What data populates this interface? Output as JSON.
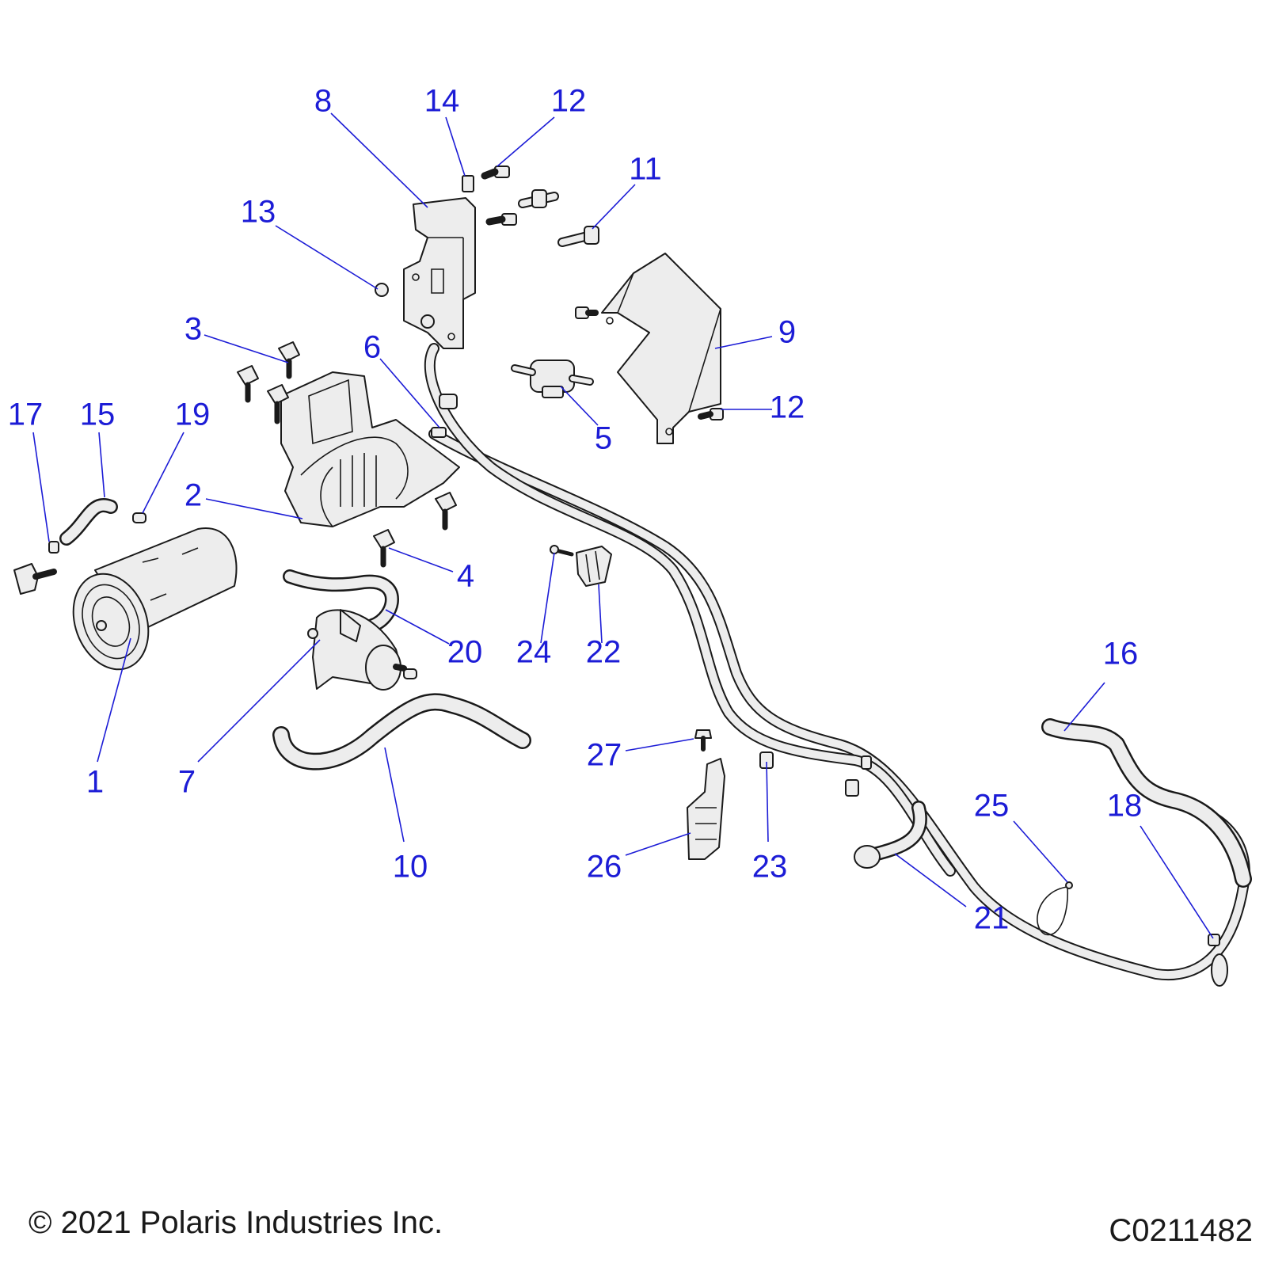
{
  "copyright": "© 2021 Polaris Industries Inc.",
  "drawing_code": "C0211482",
  "callouts": [
    {
      "id": "c8",
      "label": "8"
    },
    {
      "id": "c14",
      "label": "14"
    },
    {
      "id": "c12a",
      "label": "12"
    },
    {
      "id": "c11",
      "label": "11"
    },
    {
      "id": "c13",
      "label": "13"
    },
    {
      "id": "c3",
      "label": "3"
    },
    {
      "id": "c6",
      "label": "6"
    },
    {
      "id": "c9",
      "label": "9"
    },
    {
      "id": "c12b",
      "label": "12"
    },
    {
      "id": "c5",
      "label": "5"
    },
    {
      "id": "c17",
      "label": "17"
    },
    {
      "id": "c15",
      "label": "15"
    },
    {
      "id": "c19",
      "label": "19"
    },
    {
      "id": "c2",
      "label": "2"
    },
    {
      "id": "c4",
      "label": "4"
    },
    {
      "id": "c20",
      "label": "20"
    },
    {
      "id": "c24",
      "label": "24"
    },
    {
      "id": "c22",
      "label": "22"
    },
    {
      "id": "c16",
      "label": "16"
    },
    {
      "id": "c1",
      "label": "1"
    },
    {
      "id": "c7",
      "label": "7"
    },
    {
      "id": "c27",
      "label": "27"
    },
    {
      "id": "c10",
      "label": "10"
    },
    {
      "id": "c26",
      "label": "26"
    },
    {
      "id": "c23",
      "label": "23"
    },
    {
      "id": "c25",
      "label": "25"
    },
    {
      "id": "c18",
      "label": "18"
    },
    {
      "id": "c21",
      "label": "21"
    }
  ]
}
